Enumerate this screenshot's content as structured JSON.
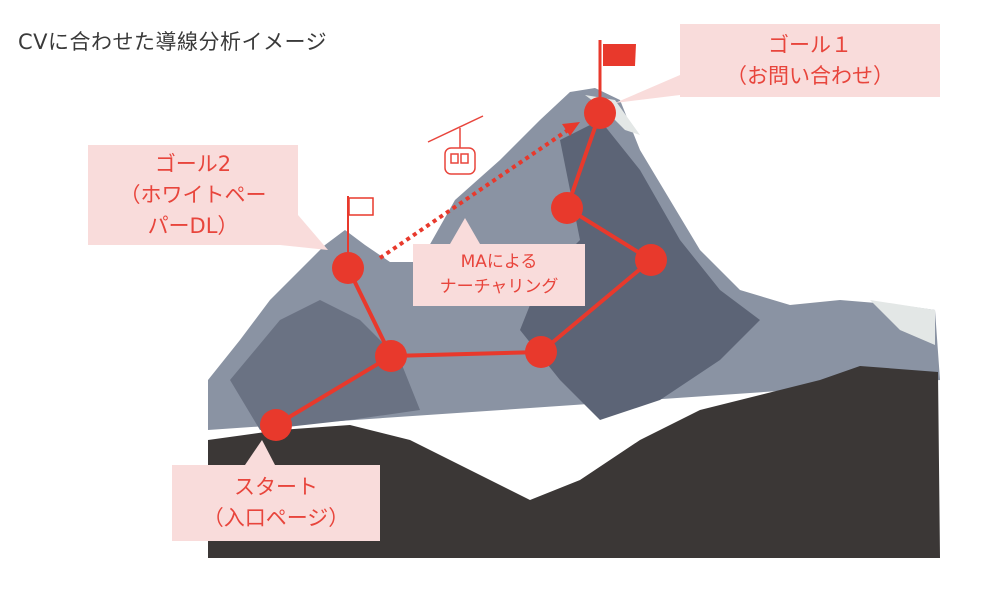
{
  "title": "CVに合わせた導線分析イメージ",
  "labels": {
    "goal1": [
      "ゴール１",
      "（お問い合わせ）"
    ],
    "goal2": [
      "ゴール2",
      "（ホワイトペー",
      "パーDL）"
    ],
    "nurturing": [
      "MAによる",
      "ナーチャリング"
    ],
    "start": [
      "スタート",
      "（入口ページ）"
    ]
  },
  "colors": {
    "accent": "#e8392c",
    "label_bg": "#f9dcdb",
    "label_text": "#e8453c"
  }
}
